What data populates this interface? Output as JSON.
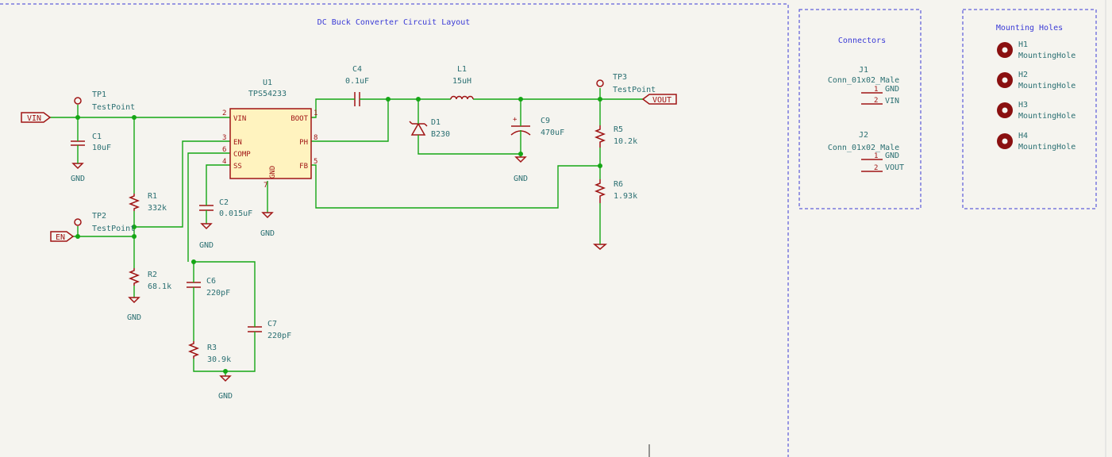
{
  "title": "DC Buck Converter Circuit Layout",
  "sections": {
    "connectors_title": "Connectors",
    "mounting_title": "Mounting Holes"
  },
  "u1": {
    "ref": "U1",
    "value": "TPS54233",
    "pins_left": [
      "VIN",
      "EN",
      "COMP",
      "SS"
    ],
    "pins_left_num": [
      "2",
      "3",
      "6",
      "4"
    ],
    "pins_right": [
      "BOOT",
      "PH",
      "FB"
    ],
    "pins_right_num": [
      "1",
      "8",
      "5"
    ],
    "pin_bottom": "GND",
    "pin_bottom_num": "7"
  },
  "components": {
    "c1": {
      "ref": "C1",
      "value": "10uF"
    },
    "c2": {
      "ref": "C2",
      "value": "0.015uF"
    },
    "c4": {
      "ref": "C4",
      "value": "0.1uF"
    },
    "c6": {
      "ref": "C6",
      "value": "220pF"
    },
    "c7": {
      "ref": "C7",
      "value": "220pF"
    },
    "c9": {
      "ref": "C9",
      "value": "470uF"
    },
    "r1": {
      "ref": "R1",
      "value": "332k"
    },
    "r2": {
      "ref": "R2",
      "value": "68.1k"
    },
    "r3": {
      "ref": "R3",
      "value": "30.9k"
    },
    "r5": {
      "ref": "R5",
      "value": "10.2k"
    },
    "r6": {
      "ref": "R6",
      "value": "1.93k"
    },
    "l1": {
      "ref": "L1",
      "value": "15uH"
    },
    "d1": {
      "ref": "D1",
      "value": "B230"
    },
    "tp1": {
      "ref": "TP1",
      "value": "TestPoint"
    },
    "tp2": {
      "ref": "TP2",
      "value": "TestPoint"
    },
    "tp3": {
      "ref": "TP3",
      "value": "TestPoint"
    }
  },
  "labels": {
    "vin": "VIN",
    "en": "EN",
    "vout": "VOUT",
    "gnd": "GND"
  },
  "connectors": [
    {
      "ref": "J1",
      "value": "Conn_01x02_Male",
      "pins": [
        {
          "num": "1",
          "name": "GND"
        },
        {
          "num": "2",
          "name": "VIN"
        }
      ]
    },
    {
      "ref": "J2",
      "value": "Conn_01x02_Male",
      "pins": [
        {
          "num": "1",
          "name": "GND"
        },
        {
          "num": "2",
          "name": "VOUT"
        }
      ]
    }
  ],
  "mounting_holes": [
    {
      "ref": "H1",
      "value": "MountingHole"
    },
    {
      "ref": "H2",
      "value": "MountingHole"
    },
    {
      "ref": "H3",
      "value": "MountingHole"
    },
    {
      "ref": "H4",
      "value": "MountingHole"
    }
  ],
  "colors": {
    "background": "#f5f4ef",
    "wire": "#15a615",
    "symbol": "#a01515",
    "text": "#2a6f72",
    "frame": "#3a3ad6",
    "ic_fill": "#fff3bf"
  }
}
